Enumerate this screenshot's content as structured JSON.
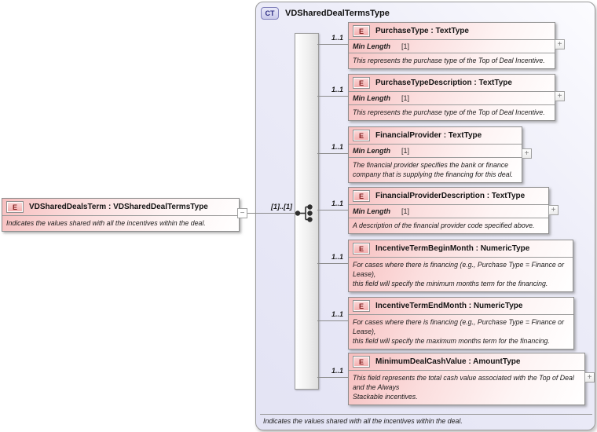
{
  "icons": {
    "collapse": "−",
    "expand": "+",
    "compositor": "sequence-icon"
  },
  "colors": {
    "element_pink": "#f7bfbf",
    "container_lavender": "#e3e3f4",
    "border_gray": "#9a9a9a",
    "element_badge_text": "#801d1d",
    "ct_badge_text": "#2e2e84"
  },
  "root_element": {
    "badge": "E",
    "title": "VDSharedDealsTerm : VDSharedDealTermsType",
    "annotation": "Indicates the values shared with all the incentives within the deal.",
    "connector_cardinality": "[1]..[1]"
  },
  "complex_type": {
    "badge": "CT",
    "title": "VDSharedDealTermsType",
    "compositor": "sequence",
    "footer_annotation": "Indicates the values shared with all the incentives within the deal.",
    "children": [
      {
        "badge": "E",
        "title": "PurchaseType : TextType",
        "cardinality": "1..1",
        "facet_name": "Min Length",
        "facet_value": "[1]",
        "annotation": "This represents the purchase type of the Top of Deal Incentive.",
        "expandable": true
      },
      {
        "badge": "E",
        "title": "PurchaseTypeDescription : TextType",
        "cardinality": "1..1",
        "facet_name": "Min Length",
        "facet_value": "[1]",
        "annotation": "This represents the purchase type of the Top of Deal Incentive.",
        "expandable": true
      },
      {
        "badge": "E",
        "title": "FinancialProvider : TextType",
        "cardinality": "1..1",
        "facet_name": "Min Length",
        "facet_value": "[1]",
        "annotation": "The financial provider specifies the bank or finance\ncompany that is supplying the financing for this deal.",
        "expandable": true
      },
      {
        "badge": "E",
        "title": "FinancialProviderDescription : TextType",
        "cardinality": "1..1",
        "facet_name": "Min Length",
        "facet_value": "[1]",
        "annotation": "A description of the financial provider code specified above.",
        "expandable": true
      },
      {
        "badge": "E",
        "title": "IncentiveTermBeginMonth : NumericType",
        "cardinality": "1..1",
        "annotation": "For cases where there is financing (e.g., Purchase Type = Finance or\nLease),\nthis field will specify the minimum months term for the financing.",
        "expandable": false
      },
      {
        "badge": "E",
        "title": "IncentiveTermEndMonth : NumericType",
        "cardinality": "1..1",
        "annotation": "For cases where there is financing (e.g., Purchase Type = Finance or\nLease),\nthis field will specify the maximum months term for the financing.",
        "expandable": false
      },
      {
        "badge": "E",
        "title": "MinimumDealCashValue : AmountType",
        "cardinality": "1..1",
        "annotation": "This field represents the total cash value associated with the Top of Deal\nand the Always\nStackable incentives.",
        "expandable": true
      }
    ]
  }
}
